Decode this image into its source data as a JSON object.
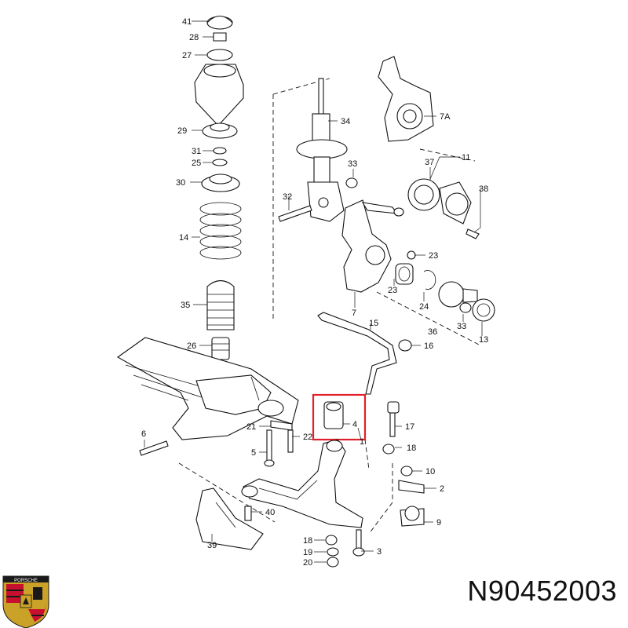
{
  "part_number": "N90452003",
  "logo": {
    "name": "porsche-crest",
    "text": "PORSCHE",
    "colors": {
      "red": "#c8102e",
      "black": "#1a1a1a",
      "gold": "#c9a227"
    }
  },
  "callouts": {
    "c41": "41",
    "c28": "28",
    "c27": "27",
    "c29": "29",
    "c31": "31",
    "c25": "25",
    "c30": "30",
    "c14": "14",
    "c35": "35",
    "c26": "26",
    "c34": "34",
    "c7a": "7A",
    "c11": "11",
    "c37": "37",
    "c38": "38",
    "c33a": "33",
    "c32": "32",
    "c23a": "23",
    "c23b": "23",
    "c24": "24",
    "c7": "7",
    "c33b": "33",
    "c36": "36",
    "c13": "13",
    "c15": "15",
    "c16": "16",
    "c6": "6",
    "c21": "21",
    "c22": "22",
    "c5": "5",
    "c4": "4",
    "c1": "1",
    "c17": "17",
    "c18a": "18",
    "c10": "10",
    "c2": "2",
    "c9": "9",
    "c40": "40",
    "c39": "39",
    "c18b": "18",
    "c19": "19",
    "c20": "20",
    "c3": "3"
  },
  "highlight_color": "#e0202a"
}
